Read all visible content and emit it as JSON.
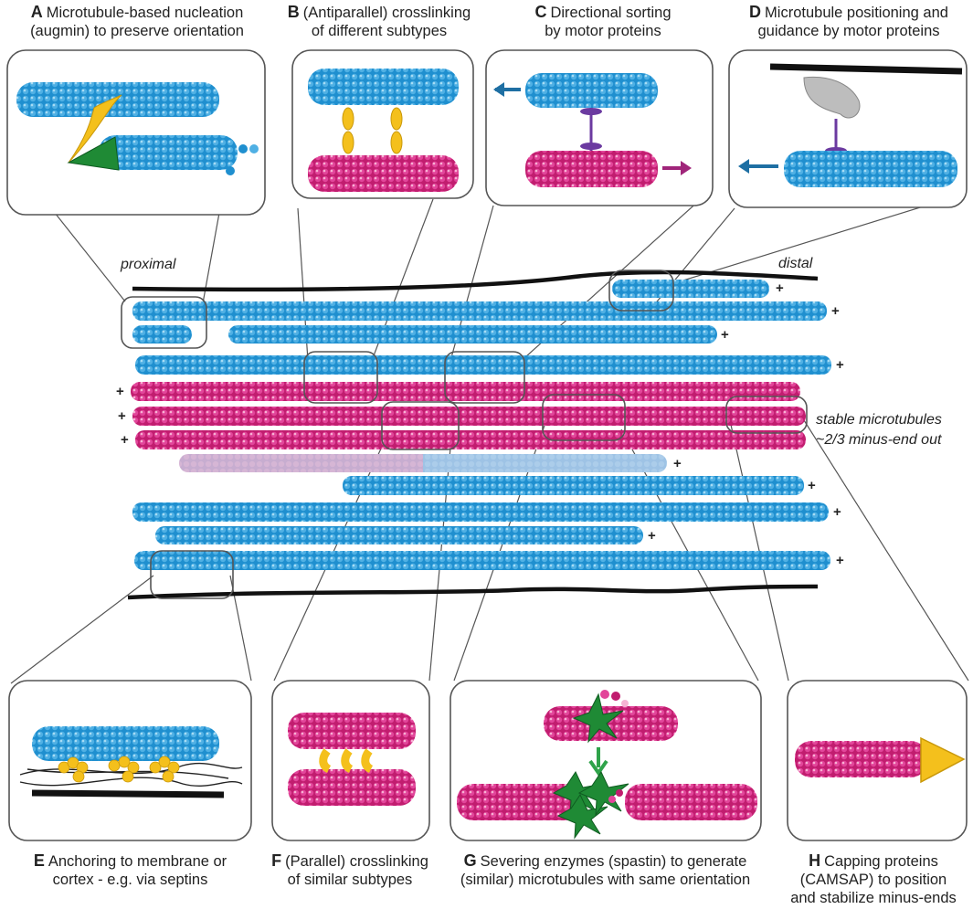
{
  "captions": {
    "A": {
      "letter": "A",
      "line1": "Microtubule-based nucleation",
      "line2": "(augmin) to preserve orientation"
    },
    "B": {
      "letter": "B",
      "line1": "(Antiparallel) crosslinking",
      "line2": "of different subtypes"
    },
    "C": {
      "letter": "C",
      "line1": "Directional sorting",
      "line2": "by motor proteins"
    },
    "D": {
      "letter": "D",
      "line1": "Microtubule positioning and",
      "line2": "guidance by motor proteins"
    },
    "E": {
      "letter": "E",
      "line1": "Anchoring to membrane or",
      "line2": "cortex - e.g. via septins"
    },
    "F": {
      "letter": "F",
      "line1": "(Parallel) crosslinking",
      "line2": "of similar subtypes"
    },
    "G": {
      "letter": "G",
      "line1": "Severing enzymes (spastin) to generate",
      "line2": "(similar) microtubules with same orientation"
    },
    "H": {
      "letter": "H",
      "line1": "Capping proteins",
      "line2": "(CAMSAP) to position",
      "line3": "and stabilize minus-ends"
    }
  },
  "labels": {
    "proximal": "proximal",
    "distal": "distal",
    "stable_line1": "stable microtubules",
    "stable_line2": "~2/3 minus-end out",
    "plus": "+"
  },
  "colors": {
    "blue": "#1f8fcf",
    "blue_light": "#9fd6ef",
    "magenta": "#d0267a",
    "magenta_light": "#f2a9cc",
    "faded_blue": "#9cc4e4",
    "faded_magenta": "#e7a6c6",
    "yellow": "#f4c01c",
    "green": "#1f8a35",
    "purple": "#6b3aa0",
    "arrow_blue": "#1e6fa3",
    "arrow_magenta": "#a0257a",
    "membrane": "#111111",
    "grey_motor": "#bdbdbd"
  }
}
